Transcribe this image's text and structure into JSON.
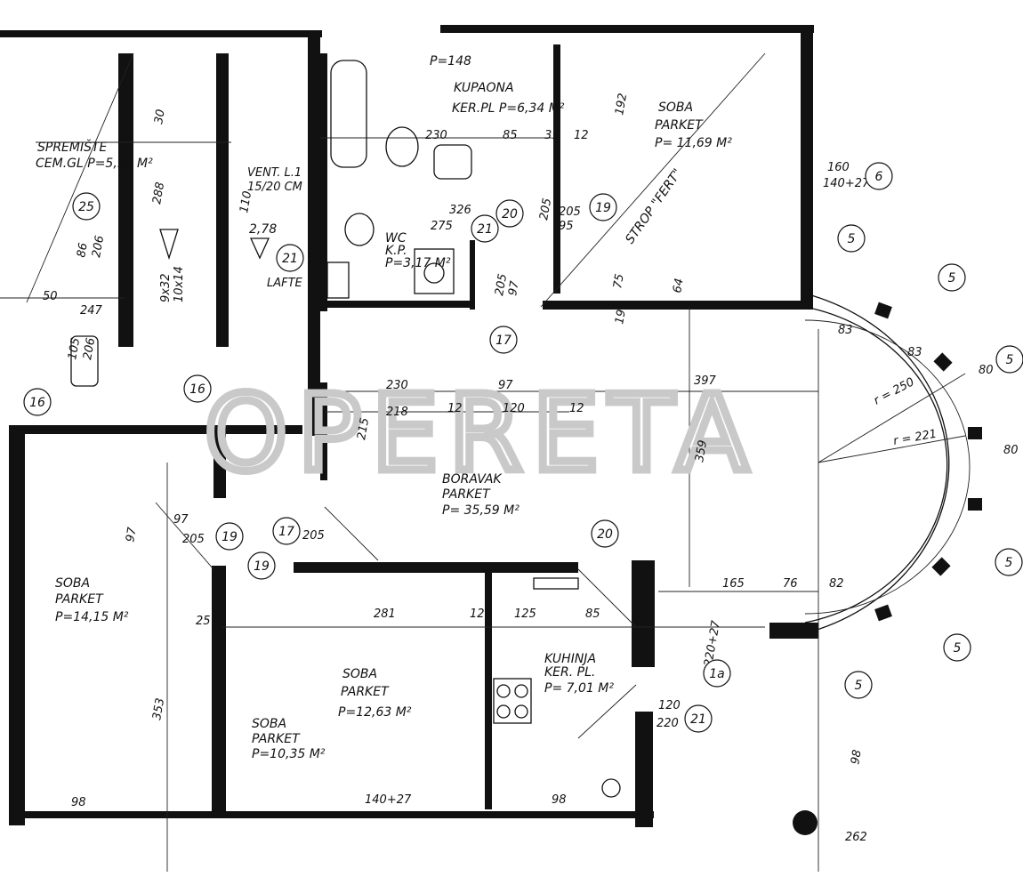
{
  "watermark": "OPERETA",
  "rooms": {
    "bathroom": {
      "name": "KUPAONA",
      "area": "KER.PL P=6,34 M²",
      "code": "P=148"
    },
    "room_ne": {
      "name": "SOBA",
      "floor": "PARKET",
      "area": "P= 11,69 M²"
    },
    "storage": {
      "name": "SPREMIŠTE",
      "area": "CEM.GL P=5,19 M²"
    },
    "wc": {
      "name": "WC",
      "floor": "K.P.",
      "area": "P=3,17 M²"
    },
    "living": {
      "name": "BORAVAK",
      "floor": "PARKET",
      "area": "P= 35,59 M²"
    },
    "room_w": {
      "name": "SOBA",
      "floor": "PARKET",
      "area": "P=14,15 M²"
    },
    "room_c": {
      "name": "SOBA",
      "floor": "PARKET",
      "area": "P=12,63 M²"
    },
    "room_s": {
      "name": "SOBA",
      "floor": "PARKET",
      "area": "P=10,35 M²"
    },
    "kitchen": {
      "name": "KUHINJA",
      "floor": "KER. PL.",
      "area": "P= 7,01 M²"
    }
  },
  "notes": {
    "vent": "VENT. L.1",
    "vent_size": "15/20 CM",
    "level": "2,78",
    "stairs": "10x14",
    "stair_rise": "9x32",
    "lafte": "LAFTE",
    "strop": "STROP \"FERT\"",
    "radius1": "r = 250",
    "radius2": "r = 221"
  },
  "dimensions": [
    "230",
    "85",
    "35",
    "12",
    "192",
    "160",
    "140+27",
    "288",
    "86",
    "206",
    "50",
    "247",
    "105",
    "206",
    "230",
    "97",
    "397",
    "218",
    "12",
    "120",
    "12",
    "215",
    "359",
    "97",
    "205",
    "97",
    "205",
    "281",
    "12",
    "125",
    "85",
    "165",
    "76",
    "82",
    "25",
    "353",
    "120",
    "220",
    "220+27",
    "140+27",
    "98",
    "98",
    "98",
    "262",
    "30",
    "110",
    "326",
    "275",
    "205",
    "95",
    "205",
    "75",
    "64",
    "19",
    "97",
    "205",
    "83",
    "83",
    "80",
    "80"
  ],
  "markers": [
    "6",
    "5",
    "5",
    "5",
    "5",
    "5",
    "5",
    "21",
    "21",
    "21",
    "20",
    "19",
    "19",
    "19",
    "17",
    "17",
    "16",
    "16",
    "25",
    "1a",
    "20"
  ]
}
